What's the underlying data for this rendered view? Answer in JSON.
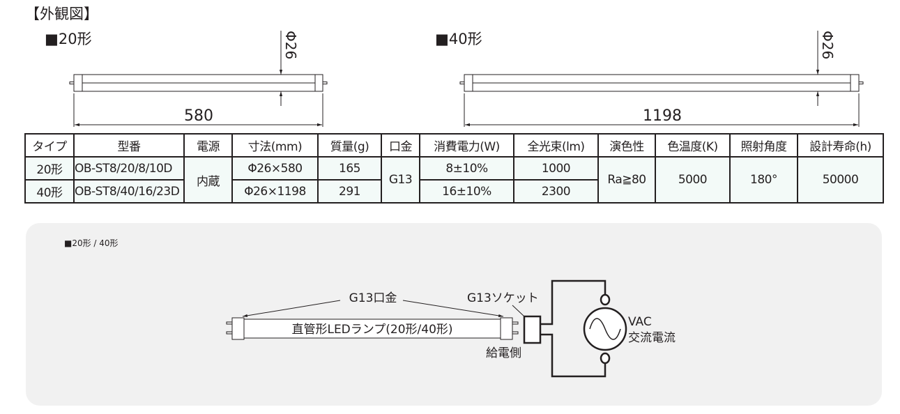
{
  "heading": "【外観図】",
  "lamp20": {
    "title": "■20形",
    "length": "580",
    "diameter": "Φ26"
  },
  "lamp40": {
    "title": "■40形",
    "length": "1198",
    "diameter": "Φ26"
  },
  "table": {
    "headers": [
      "タイプ",
      "型番",
      "電源",
      "寸法(mm)",
      "質量(g)",
      "口金",
      "消費電力(W)",
      "全光束(lm)",
      "演色性",
      "色温度(K)",
      "照射角度",
      "設計寿命(h)"
    ],
    "rows": [
      {
        "type": "20形",
        "model": "OB-ST8/20/8/10D",
        "size": "Φ26×580",
        "mass": "165",
        "power": "8±10%",
        "lumen": "1000"
      },
      {
        "type": "40形",
        "model": "OB-ST8/40/16/23D",
        "size": "Φ26×1198",
        "mass": "291",
        "power": "16±10%",
        "lumen": "2300"
      }
    ],
    "shared": {
      "supply": "内蔵",
      "base": "G13",
      "cri": "Ra≧80",
      "color_temp": "5000",
      "angle": "180°",
      "life": "50000"
    }
  },
  "wiring": {
    "title": "■20形 / 40形",
    "base_label": "G13口金",
    "socket_label": "G13ソケット",
    "lamp_label": "直管形LEDランプ(20形/40形)",
    "feed_side": "給電側",
    "vac": "VAC",
    "ac": "交流電流"
  },
  "colors": {
    "panel": "#f1f1f1",
    "cell": "#f3faf8",
    "ink": "#231f20"
  }
}
